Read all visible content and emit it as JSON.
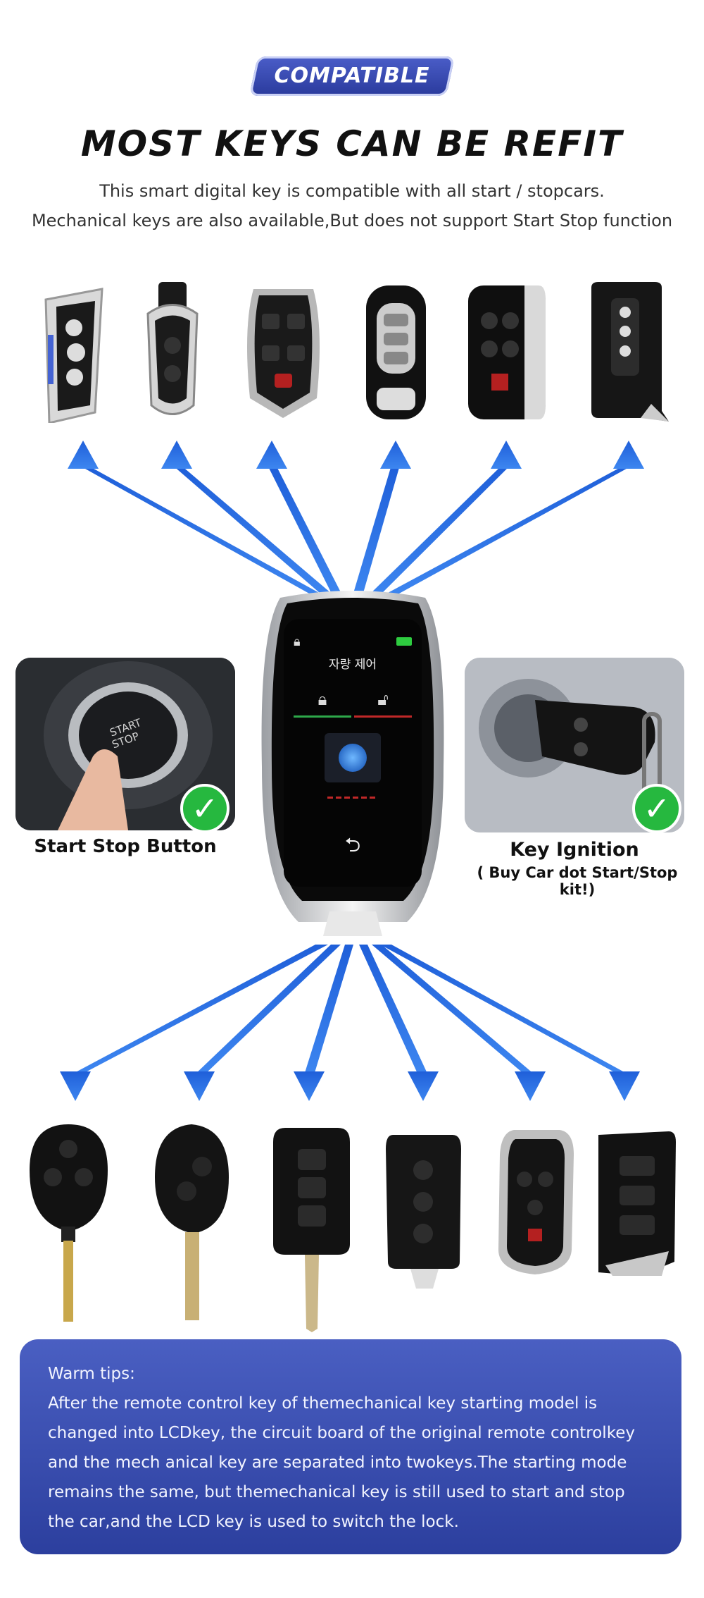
{
  "header": {
    "badge": "COMPATIBLE",
    "headline": "MOST KEYS CAN BE REFIT",
    "line1": "This smart digital key is compatible with all start / stopcars.",
    "line2": "Mechanical keys are also available,But does not support Start Stop function"
  },
  "center_key": {
    "screen_title": "자량 제어"
  },
  "left_photo": {
    "caption": "Start Stop Button",
    "button_text": "START STOP"
  },
  "right_photo": {
    "caption": "Key Ignition",
    "subcaption": "( Buy Car dot Start/Stop kit!)"
  },
  "tips": {
    "title": "Warm tips:",
    "body": "After the remote control key of themechanical key starting model is changed into LCDkey, the circuit board of the original remote controlkey and the mech anical key are separated into twokeys.The starting mode remains the same, but themechanical key is still used to start and stop the car,and the LCD key is used to switch the lock."
  },
  "colors": {
    "arrow": "#2b6fe0",
    "badge": "#2f41a6",
    "tips_bg": "#3a4eb3",
    "check": "#26b83f"
  }
}
